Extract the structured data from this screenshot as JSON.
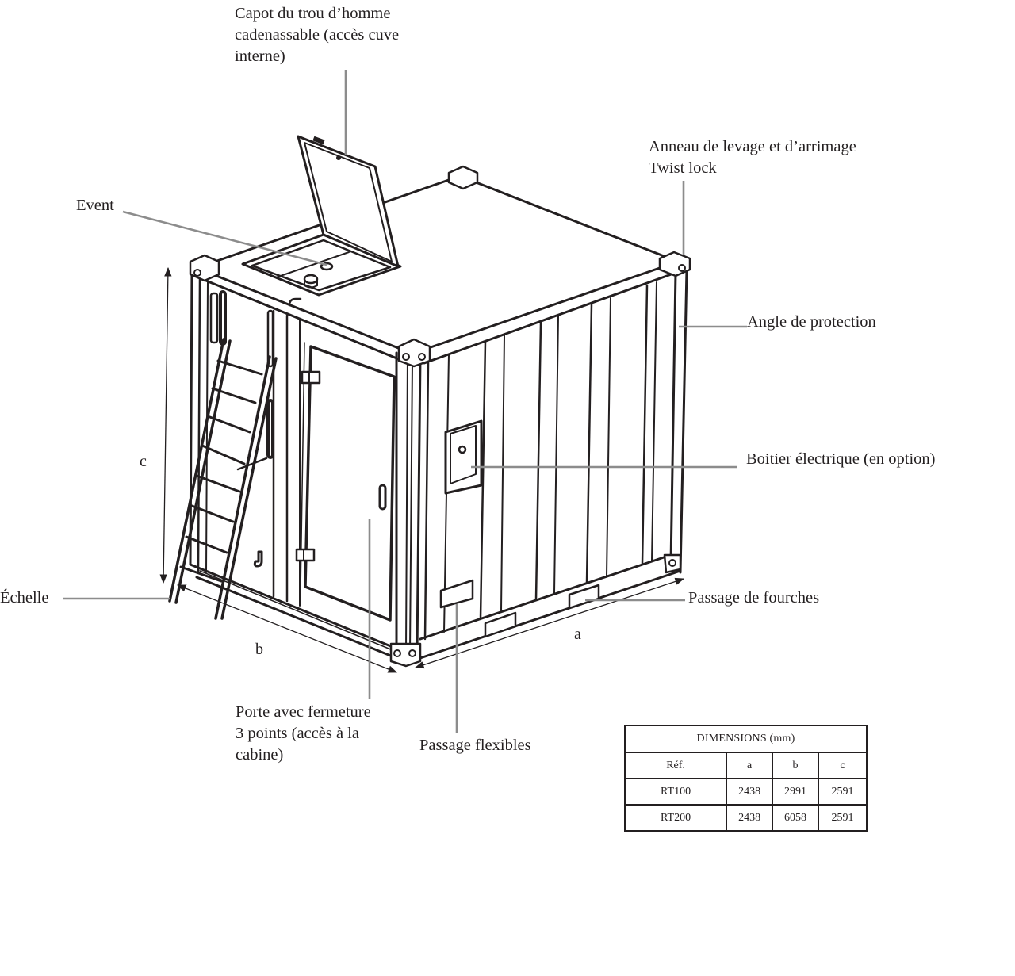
{
  "diagram": {
    "subject": "Container tank with cabin",
    "labels": {
      "manhole": "Capot du trou d’homme\ncadenassable (accès cuve\ninterne)",
      "lifting": "Anneau de levage et d’arrimage\nTwist lock",
      "vent": "Event",
      "corner_protection": "Angle de protection",
      "electrical_box": "Boitier électrique (en option)",
      "ladder": "Échelle",
      "forklift_pockets": "Passage de fourches",
      "door": "Porte avec fermeture\n3 points (accès à la\ncabine)",
      "hose_passage": "Passage flexibles"
    },
    "dimension_markers": {
      "a": "a",
      "b": "b",
      "c": "c"
    },
    "colors": {
      "line": "#231f20",
      "leader": "#8c8c8c",
      "background": "#ffffff"
    }
  },
  "dimensions_table": {
    "title": "DIMENSIONS (mm)",
    "headers": [
      "Réf.",
      "a",
      "b",
      "c"
    ],
    "rows": [
      [
        "RT100",
        "2438",
        "2991",
        "2591"
      ],
      [
        "RT200",
        "2438",
        "6058",
        "2591"
      ]
    ]
  }
}
